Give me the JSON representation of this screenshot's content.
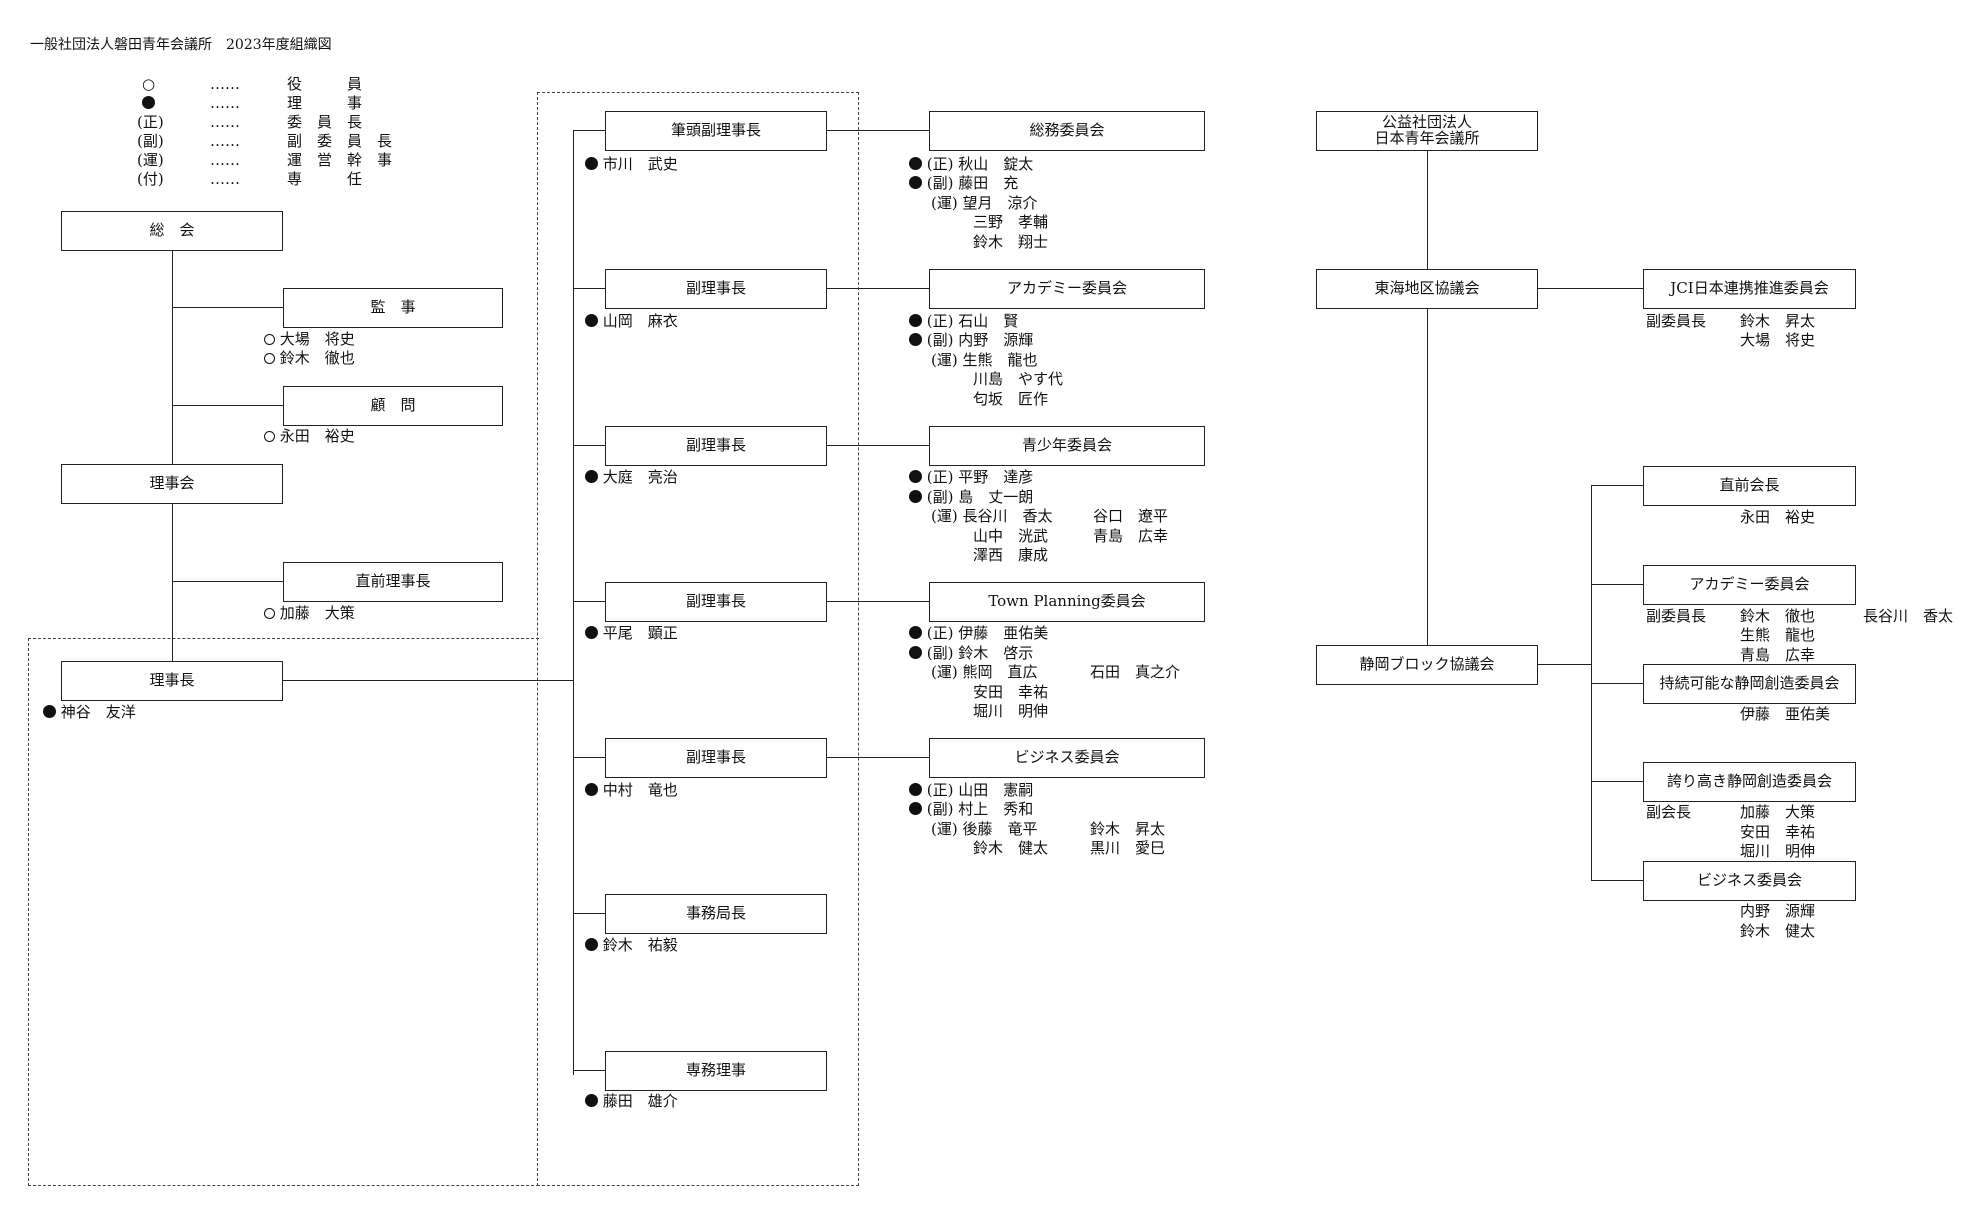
{
  "title": "一般社団法人磐田青年会議所　2023年度組織図",
  "legend": {
    "sym_role": "○",
    "dots_1": "……",
    "label_role": "役　　　員",
    "dots_2": "……",
    "label_director": "理　　　事",
    "sym_chair": "(正)",
    "dots_3": "……",
    "label_chair": "委　員　長",
    "sym_vice": "(副)",
    "dots_4": "……",
    "label_vice": "副　委　員　長",
    "sym_op": "(運)",
    "dots_5": "……",
    "label_op": "運　営　幹　事",
    "sym_att": "(付)",
    "dots_6": "……",
    "label_att": "専　　　任"
  },
  "left": {
    "general_assembly": "総　会",
    "auditor": "監　事",
    "auditor_1": "大場　将史",
    "auditor_2": "鈴木　徹也",
    "advisor": "顧　問",
    "advisor_1": "永田　裕史",
    "board": "理事会",
    "prev_president": "直前理事長",
    "prev_president_1": "加藤　大策",
    "president": "理事長",
    "president_1": "神谷　友洋"
  },
  "mid": {
    "b1": "筆頭副理事長",
    "b1_name": "市川　武史",
    "b2": "副理事長",
    "b2_name": "山岡　麻衣",
    "b3": "副理事長",
    "b3_name": "大庭　亮治",
    "b4": "副理事長",
    "b4_name": "平尾　顕正",
    "b5": "副理事長",
    "b5_name": "中村　竜也",
    "b6": "事務局長",
    "b6_name": "鈴木　祐毅",
    "b7": "専務理事",
    "b7_name": "藤田　雄介"
  },
  "committees": {
    "c1": {
      "title": "総務委員会",
      "r1_tag": "(正)",
      "r1": "秋山　錠太",
      "r2_tag": "(副)",
      "r2": "藤田　充",
      "r3_tag": "(運)",
      "r3": "望月　涼介",
      "r4": "三野　孝輔",
      "r5": "鈴木　翔士"
    },
    "c2": {
      "title": "アカデミー委員会",
      "r1_tag": "(正)",
      "r1": "石山　賢",
      "r2_tag": "(副)",
      "r2": "内野　源輝",
      "r3_tag": "(運)",
      "r3": "生熊　龍也",
      "r4": "川島　やす代",
      "r5": "匂坂　匠作"
    },
    "c3": {
      "title": "青少年委員会",
      "r1_tag": "(正)",
      "r1": "平野　達彦",
      "r2_tag": "(副)",
      "r2": "島　丈一朗",
      "r3_tag": "(運)",
      "r3": "長谷川　香太",
      "r3b": "谷口　遼平",
      "r4": "山中　洸武",
      "r4b": "青島　広幸",
      "r5": "澤西　康成"
    },
    "c4": {
      "title": "Town Planning委員会",
      "r1_tag": "(正)",
      "r1": "伊藤　亜佑美",
      "r2_tag": "(副)",
      "r2": "鈴木　啓示",
      "r3_tag": "(運)",
      "r3": "熊岡　直広",
      "r3b": "石田　真之介",
      "r4": "安田　幸祐",
      "r5": "堀川　明伸"
    },
    "c5": {
      "title": "ビジネス委員会",
      "r1_tag": "(正)",
      "r1": "山田　憲嗣",
      "r2_tag": "(副)",
      "r2": "村上　秀和",
      "r3_tag": "(運)",
      "r3": "後藤　竜平",
      "r3b": "鈴木　昇太",
      "r4": "鈴木　健太",
      "r4b": "黒川　愛巳"
    }
  },
  "right": {
    "jc_line1": "公益社団法人",
    "jc_line2": "日本青年会議所",
    "tokai": "東海地区協議会",
    "jci": "JCI日本連携推進委員会",
    "jci_role": "副委員長",
    "jci_1": "鈴木　昇太",
    "jci_2": "大場　将史",
    "shizuoka": "静岡ブロック協議会",
    "s1": "直前会長",
    "s1_name": "永田　裕史",
    "s2": "アカデミー委員会",
    "s2_role": "副委員長",
    "s2_n1": "鈴木　徹也",
    "s2_n2": "生熊　龍也",
    "s2_n3": "青島　広幸",
    "s2_n4": "長谷川　香太",
    "s3": "持続可能な静岡創造委員会",
    "s3_name": "伊藤　亜佑美",
    "s4": "誇り高き静岡創造委員会",
    "s4_role": "副会長",
    "s4_n1": "加藤　大策",
    "s4_n2": "安田　幸祐",
    "s4_n3": "堀川　明伸",
    "s5": "ビジネス委員会",
    "s5_n1": "内野　源輝",
    "s5_n2": "鈴木　健太"
  }
}
